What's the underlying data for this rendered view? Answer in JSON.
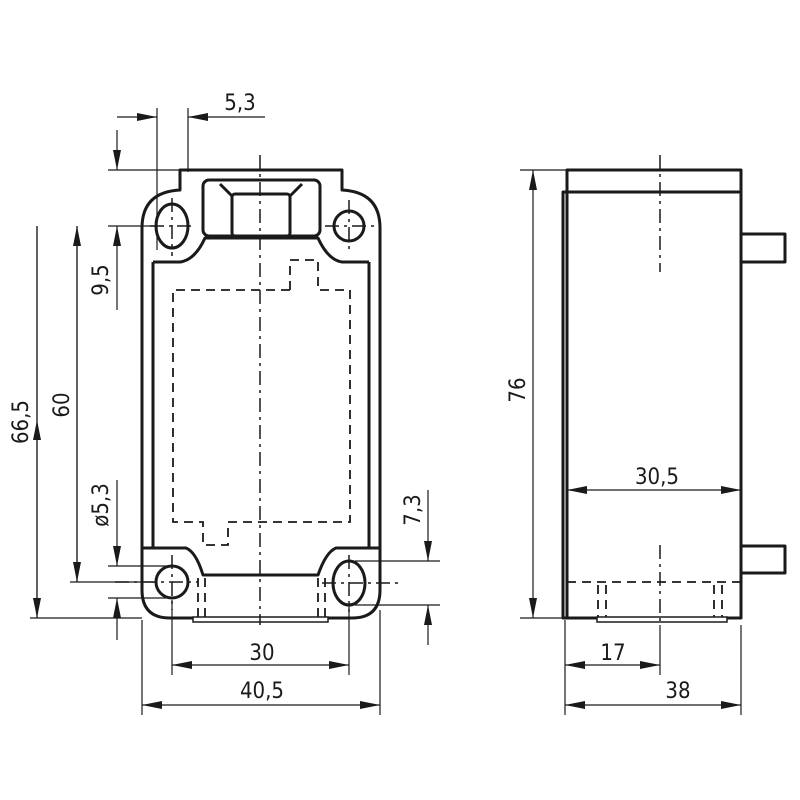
{
  "front_view": {
    "dimensions": {
      "hole_offset": "5,3",
      "top_to_hole": "9,5",
      "overall_height": "66,5",
      "hole_spacing_vertical": "60",
      "hole_diameter": "ø5,3",
      "slot_length": "7,3",
      "hole_spacing_horizontal": "30",
      "overall_width": "40,5"
    }
  },
  "side_view": {
    "dimensions": {
      "overall_height": "76",
      "inner_depth": "30,5",
      "center_offset": "17",
      "overall_depth": "38"
    }
  }
}
